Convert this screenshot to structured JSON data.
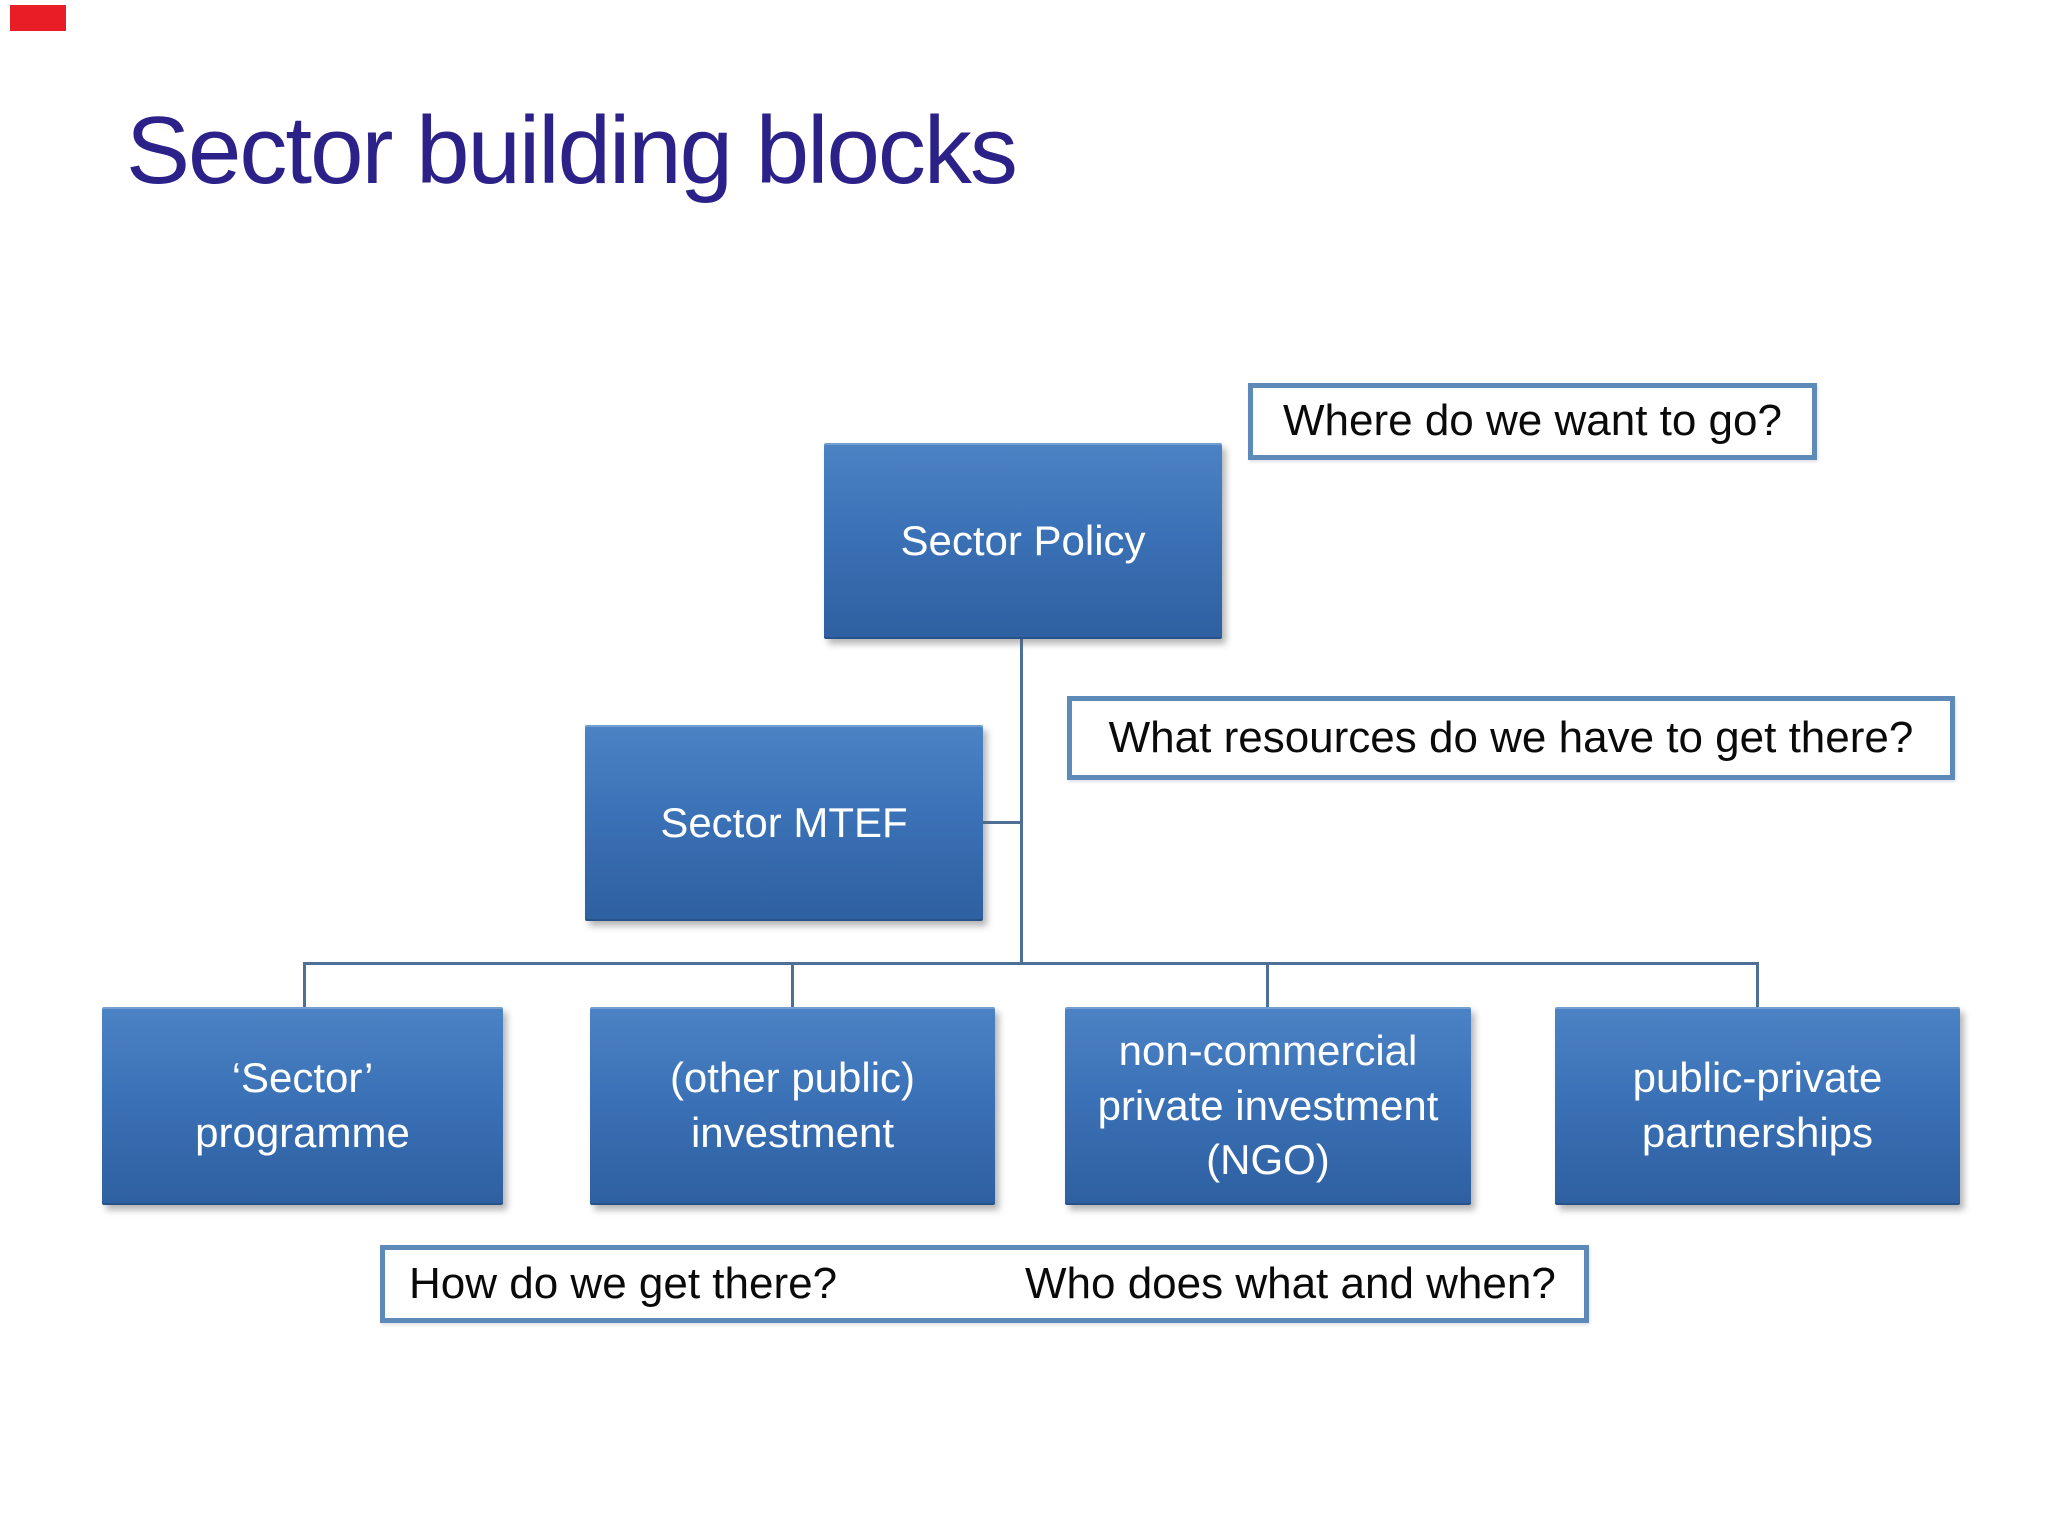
{
  "slide": {
    "title": "Sector building blocks"
  },
  "nodes": [
    {
      "id": "sector-policy",
      "label": [
        "Sector Policy"
      ]
    },
    {
      "id": "sector-mtef",
      "label": [
        "Sector MTEF"
      ]
    },
    {
      "id": "sector-programme",
      "label": [
        "‘Sector’",
        "programme"
      ]
    },
    {
      "id": "other-public-investment",
      "label": [
        "(other public)",
        "investment"
      ]
    },
    {
      "id": "non-commercial-private-investment",
      "label": [
        "non-commercial",
        "private investment",
        "(NGO)"
      ]
    },
    {
      "id": "public-private-partnerships",
      "label": [
        "public-private",
        "partnerships"
      ]
    }
  ],
  "callouts": [
    {
      "id": "where",
      "text": "Where do we want to go?"
    },
    {
      "id": "resources",
      "text": "What resources do we have to get there?"
    },
    {
      "id": "how",
      "text": "How do we get there?"
    },
    {
      "id": "who",
      "text": "Who does what and when?"
    }
  ],
  "colors": {
    "title": "#2b2189",
    "node_gradient_top": "#4c83c5",
    "node_gradient_bottom": "#2e60a1",
    "node_text": "#ffffff",
    "callout_border": "#5e8aba",
    "callout_text": "#0a0a0a",
    "connector": "#4f7096",
    "red_marker": "#e91d25",
    "background": "#ffffff"
  }
}
